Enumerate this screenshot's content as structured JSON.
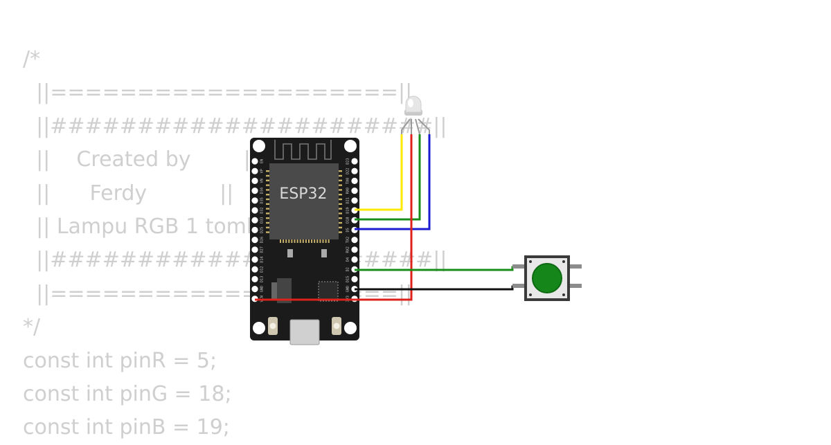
{
  "code_lines": [
    "/*",
    "  ||====================||",
    "  ||######################||",
    "  ||    Created by        ||",
    "  ||      Ferdy           ||",
    "  || Lampu RGB 1 tombol   ||",
    "  ||######################||",
    "  ||====================||",
    "*/",
    "const int pinR = 5;",
    "const int pinG = 18;",
    "const int pinB = 19;"
  ],
  "board": {
    "chip_label": "ESP32",
    "left_pins": [
      "EN",
      "VP",
      "VN",
      "D34",
      "D35",
      "D32",
      "D33",
      "D25",
      "D26",
      "D27",
      "D14",
      "D12",
      "D13",
      "GND",
      "VIN"
    ],
    "right_pins": [
      "D23",
      "D22",
      "TX0",
      "RX0",
      "D21",
      "D19",
      "D18",
      "D5",
      "TX2",
      "RX2",
      "D4",
      "D2",
      "D15",
      "GND",
      "3V3"
    ]
  },
  "wire_colors": {
    "red": "#e0201a",
    "green": "#1a8c1a",
    "blue": "#1a1ad0",
    "yellow": "#ffea00",
    "black": "#111111"
  },
  "components": {
    "led": "rgb-led-icon",
    "button": "pushbutton-icon",
    "button_color": "#14861a"
  }
}
